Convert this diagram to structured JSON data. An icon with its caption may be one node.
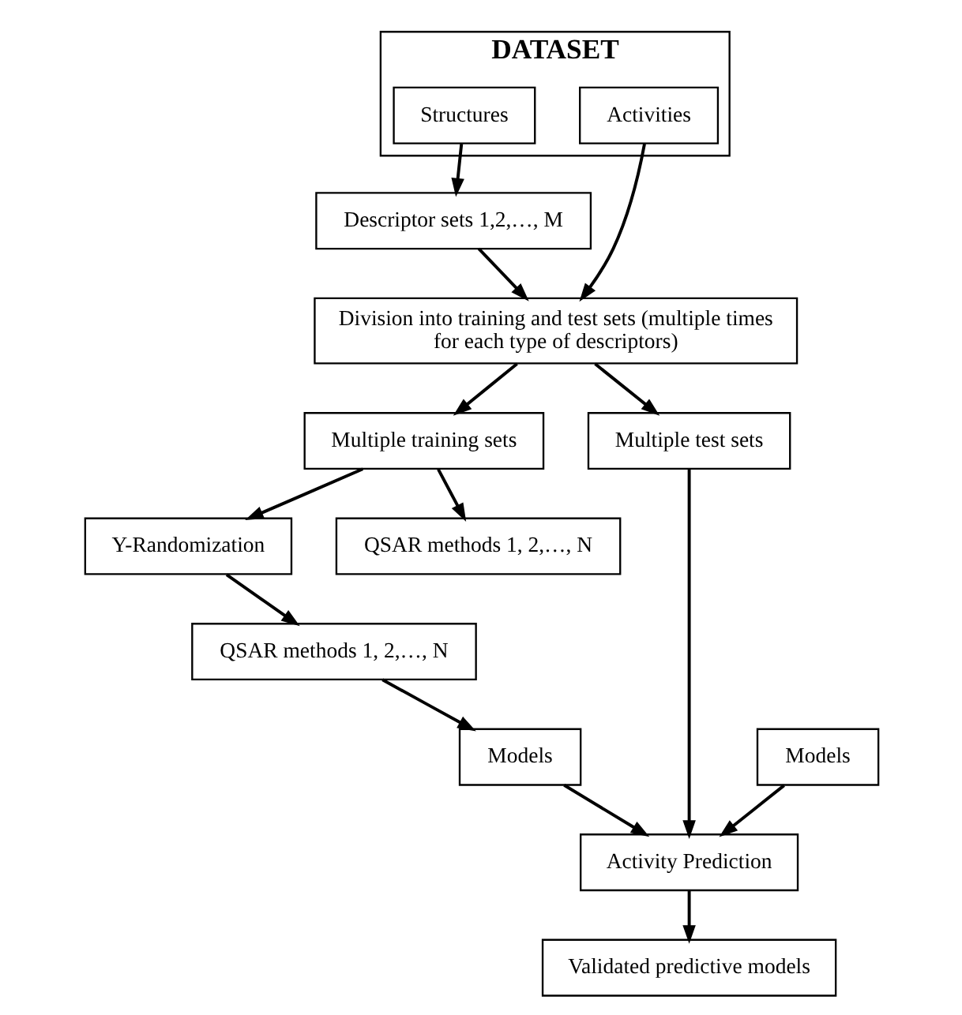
{
  "diagram": {
    "nodes": [
      {
        "text": [
          "DATASET"
        ]
      },
      {
        "text": [
          "Structures"
        ],
        "in": 0
      },
      {
        "text": [
          "Activities"
        ],
        "in": 0
      },
      {
        "text": [
          "Descriptor sets 1,2,…, M"
        ]
      },
      {
        "text": [
          "Division into training and test sets (multiple times for each type of descriptors)"
        ]
      },
      {
        "text": [
          "Multiple training sets"
        ]
      },
      {
        "text": [
          "Multiple test sets"
        ]
      },
      {
        "text": [
          "Y-Randomization"
        ]
      },
      {
        "text": [
          "QSAR methods 1, 2,…, N"
        ]
      },
      {
        "text": [
          "QSAR methods 1, 2,…, N"
        ]
      },
      {
        "text": [
          "Models"
        ]
      },
      {
        "text": [
          "Models"
        ]
      },
      {
        "text": [
          "Activity Prediction"
        ]
      },
      {
        "text": [
          "Validated predictive models"
        ]
      }
    ],
    "edges": [
      {
        "from": 1,
        "to": 3,
        "arrow": "to"
      },
      {
        "from": 3,
        "to": 4,
        "arrow": "to"
      },
      {
        "from": 2,
        "to": 4,
        "arrow": "to"
      },
      {
        "from": 4,
        "to": 5,
        "arrow": "to"
      },
      {
        "from": 4,
        "to": 6,
        "arrow": "to"
      },
      {
        "from": 5,
        "to": 7,
        "arrow": "to"
      },
      {
        "from": 5,
        "to": 8,
        "arrow": "to"
      },
      {
        "from": 7,
        "to": 9,
        "arrow": "to"
      },
      {
        "from": 9,
        "to": 11,
        "arrow": "to"
      },
      {
        "from": 10,
        "to": 12,
        "arrow": "to"
      },
      {
        "from": 11,
        "to": 12,
        "arrow": "to"
      },
      {
        "from": 6,
        "to": 12,
        "arrow": "to"
      },
      {
        "from": 12,
        "to": 13,
        "arrow": "to"
      }
    ]
  }
}
